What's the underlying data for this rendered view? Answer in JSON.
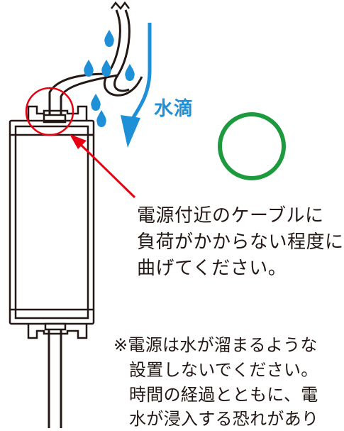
{
  "water_label": "水滴",
  "instruction": {
    "lines": [
      "電源付近のケーブルに",
      "負荷がかからない程度に",
      "曲げてください。"
    ]
  },
  "note": {
    "lines": [
      "※電源は水が溜まるような",
      "設置しないでください。",
      "時間の経過とともに、電",
      "水が浸入する恐れがあり"
    ]
  },
  "colors": {
    "water": "#1e90d8",
    "pointer": "#e60012",
    "ok_mark": "#1e9a3e",
    "outline": "#231815"
  },
  "icons": {
    "ok_mark": "green-circle",
    "drops": "water-drop"
  }
}
